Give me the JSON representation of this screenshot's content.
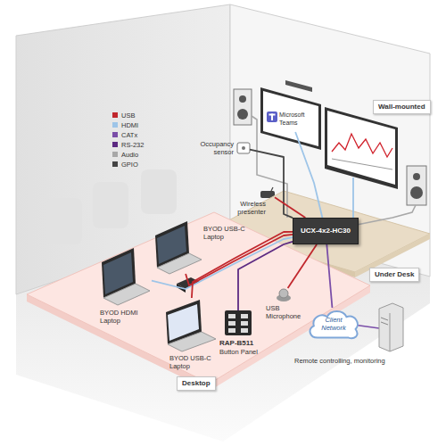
{
  "diagram": {
    "nodes": [
      {
        "text": [
          "Wall-mounted"
        ]
      },
      {
        "text": [
          "Microsoft Teams"
        ]
      },
      {
        "text": [
          "Occupancy sensor"
        ]
      },
      {
        "text": [
          "Wireless presenter"
        ]
      },
      {
        "text": [
          "UCX-4x2-HC30"
        ]
      },
      {
        "text": [
          "Under Desk"
        ]
      },
      {
        "text": [
          "BYOD HDMI Laptop"
        ]
      },
      {
        "text": [
          "BYOD USB-C Laptop"
        ]
      },
      {
        "text": [
          "BYOD USB-C Laptop"
        ]
      },
      {
        "text": [
          "RAP-B511",
          "Button Panel"
        ]
      },
      {
        "text": [
          "USB Microphone"
        ]
      },
      {
        "text": [
          "Client Network"
        ]
      },
      {
        "text": [
          "Desktop"
        ]
      }
    ],
    "edges": [
      {
        "from": 4,
        "to": 1,
        "arrow": "none"
      },
      {
        "from": 2,
        "to": 4,
        "arrow": "none"
      },
      {
        "from": 3,
        "to": 4,
        "arrow": "none"
      },
      {
        "from": 6,
        "to": 4,
        "arrow": "none"
      },
      {
        "from": 7,
        "to": 4,
        "arrow": "none"
      },
      {
        "from": 8,
        "to": 4,
        "arrow": "none"
      },
      {
        "from": 9,
        "to": 4,
        "arrow": "none"
      },
      {
        "from": 10,
        "to": 4,
        "arrow": "none"
      },
      {
        "from": 4,
        "to": 11,
        "arrow": "none"
      }
    ],
    "labels": [
      "Remote controlling, monitoring"
    ],
    "legend": [
      {
        "text": "USB",
        "color": "#c1272d"
      },
      {
        "text": "HDMI",
        "color": "#9ec5e8"
      },
      {
        "text": "CATx",
        "color": "#7a4ea8"
      },
      {
        "text": "RS-232",
        "color": "#5c2a82"
      },
      {
        "text": "Audio",
        "color": "#a8a8a8"
      },
      {
        "text": "GPIO",
        "color": "#444444"
      }
    ]
  }
}
